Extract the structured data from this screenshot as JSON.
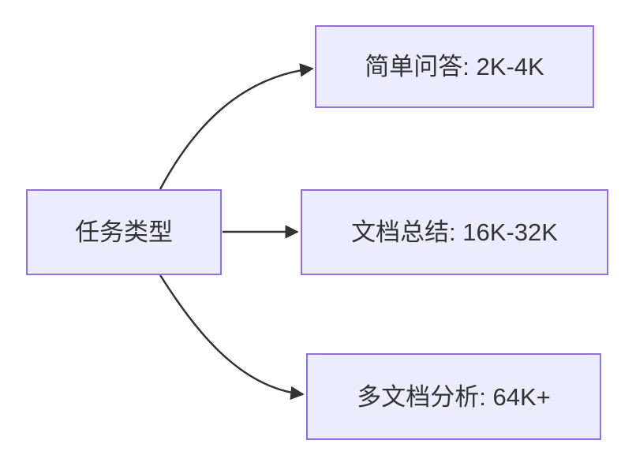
{
  "diagram": {
    "type": "flowchart",
    "direction": "left-to-right",
    "root": {
      "id": "task-type",
      "label": "任务类型"
    },
    "children": [
      {
        "id": "simple-qa",
        "label": "简单问答: 2K-4K"
      },
      {
        "id": "doc-summary",
        "label": "文档总结: 16K-32K"
      },
      {
        "id": "multi-doc-analysis",
        "label": "多文档分析: 64K+"
      }
    ],
    "edges": [
      {
        "from": "task-type",
        "to": "simple-qa"
      },
      {
        "from": "task-type",
        "to": "doc-summary"
      },
      {
        "from": "task-type",
        "to": "multi-doc-analysis"
      }
    ],
    "colors": {
      "node_fill": "#ECECFF",
      "node_border": "#9370DB",
      "edge_line": "#333333",
      "arrowhead": "#333333",
      "text": "#333333",
      "background": "#FFFFFF"
    }
  }
}
